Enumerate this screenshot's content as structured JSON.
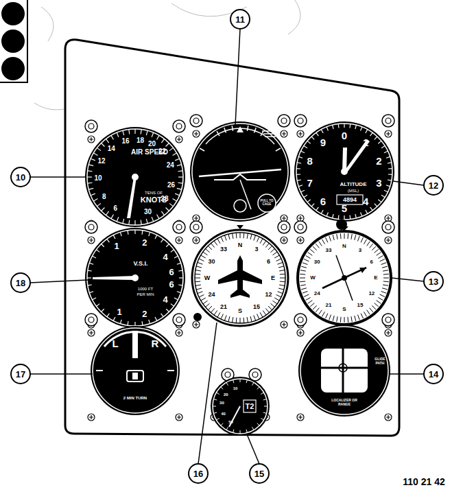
{
  "diagram": {
    "labels": [
      "11",
      "10",
      "12",
      "18",
      "13",
      "17",
      "14",
      "16",
      "15",
      "110 21 42",
      "14",
      "16",
      "18",
      "20",
      "22",
      "24",
      "26",
      "28",
      "30",
      "6",
      "8",
      "10",
      "12",
      "AIR SPEED",
      "TENS OF",
      "KNOTS",
      "0",
      "1",
      "2",
      "3",
      "4",
      "5",
      "6",
      "7",
      "8",
      "9",
      "ALTITUDE",
      "(MSL)",
      "4894",
      "PULL TO CAGE",
      "1",
      "2",
      "4",
      "6",
      "6",
      "4",
      "2",
      "1",
      "V.S.I.",
      "1000 FT",
      "PER MIN",
      "N",
      "3",
      "6",
      "E",
      "12",
      "15",
      "S",
      "21",
      "24",
      "W",
      "30",
      "33",
      "N",
      "3",
      "6",
      "E",
      "12",
      "15",
      "S",
      "21",
      "24",
      "W",
      "30",
      "33",
      "L",
      "R",
      "2 MIN TURN",
      "10",
      "20",
      "30",
      "40",
      "50",
      "T2",
      "GLIDE PATH",
      "LOCALIZER OR RANGE"
    ]
  }
}
